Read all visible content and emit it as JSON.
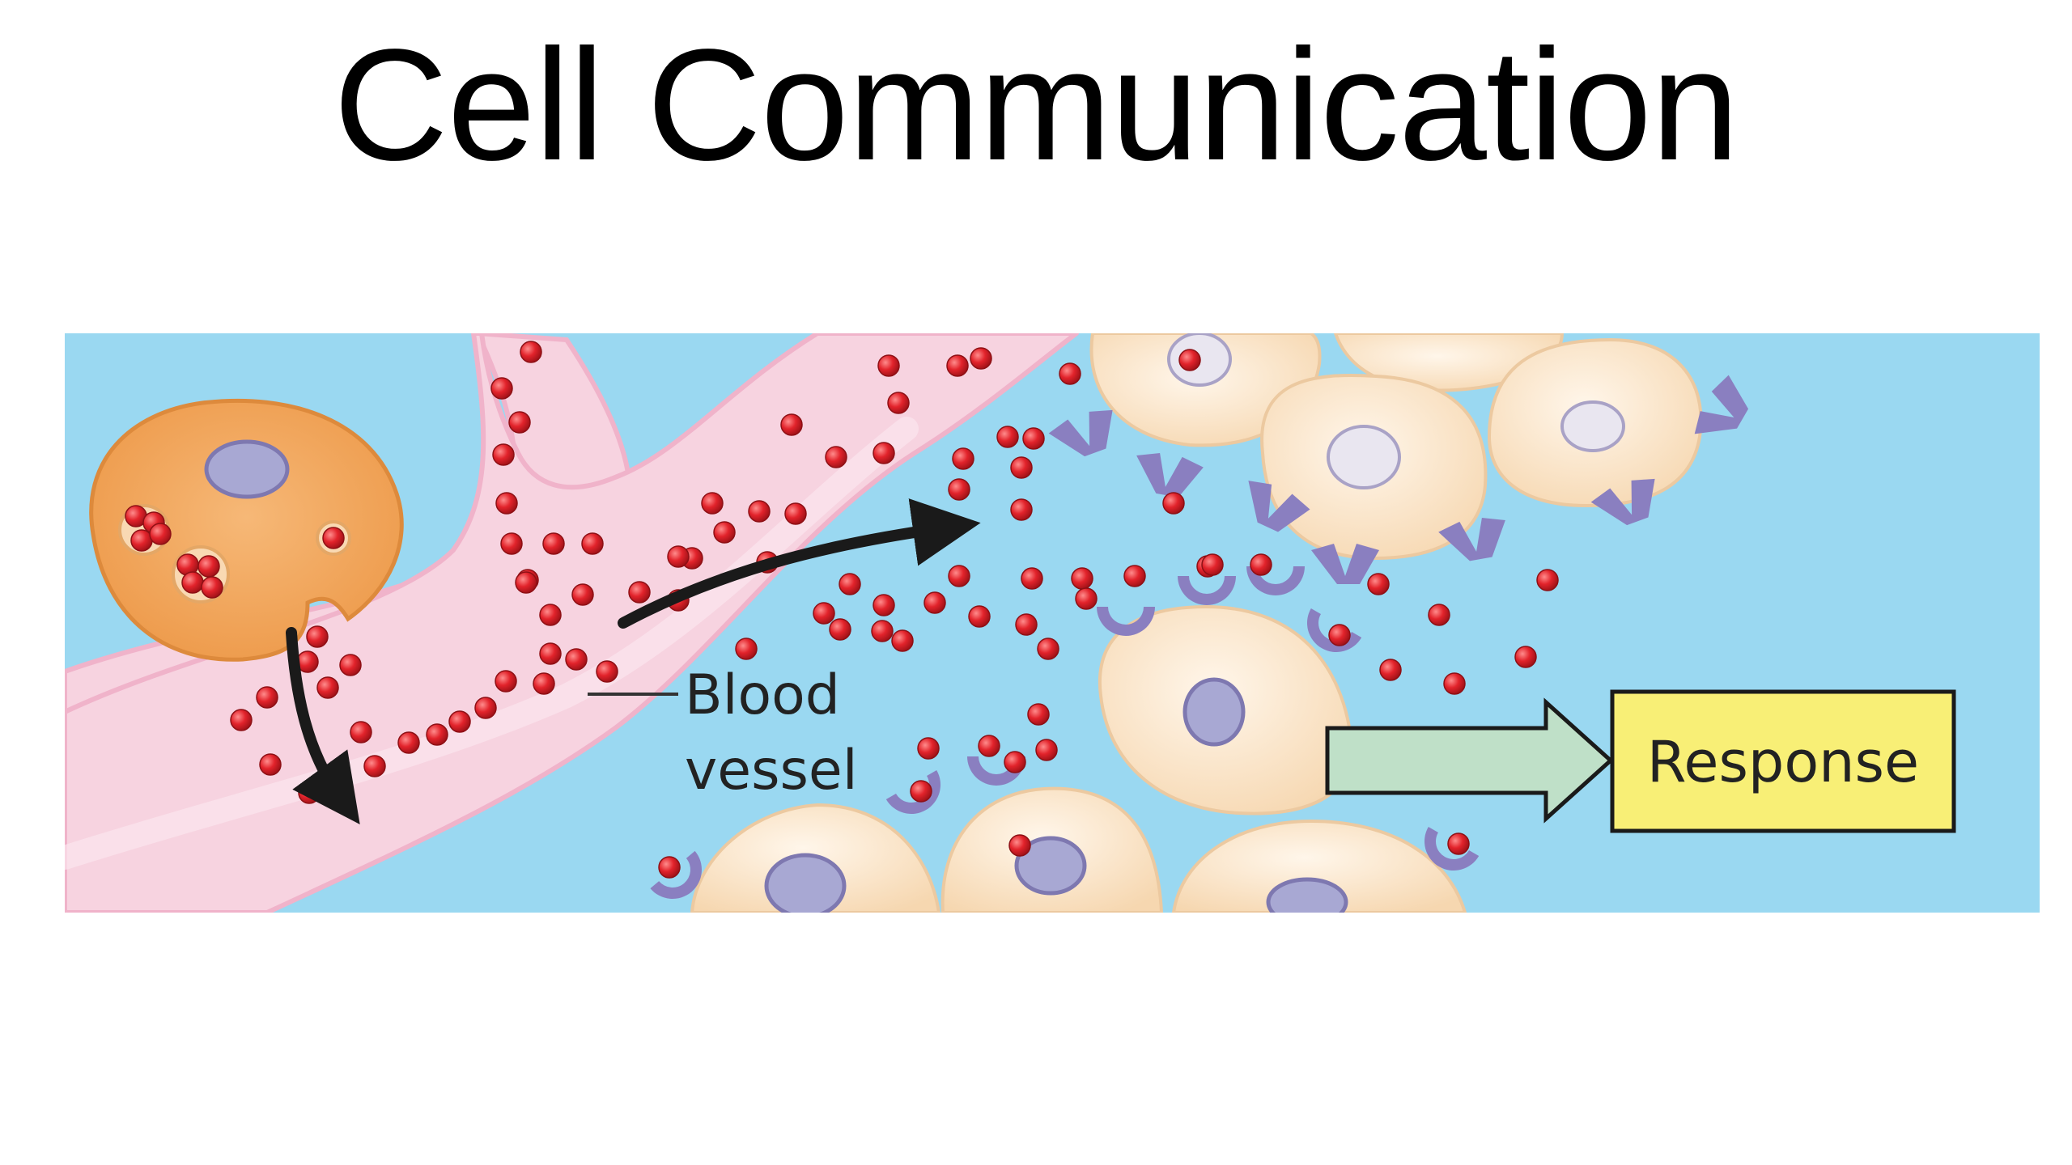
{
  "slide": {
    "title": "Cell Communication"
  },
  "diagram": {
    "labels": {
      "blood_line1": "Blood",
      "blood_line2": "vessel",
      "response": "Response"
    },
    "colors": {
      "background": "#9ad8f1",
      "blood_vessel": "#f7d3e0",
      "blood_vessel_edge": "#f0b3ca",
      "secreting_cell": "#f2a65d",
      "target_cell": "#fbe6cc",
      "nucleus": "#a8a8d3",
      "hormone": "#e2232b",
      "receptor": "#8a7fc0",
      "response_box": "#f8ef76",
      "response_arrow": "#bfe0c8"
    }
  }
}
